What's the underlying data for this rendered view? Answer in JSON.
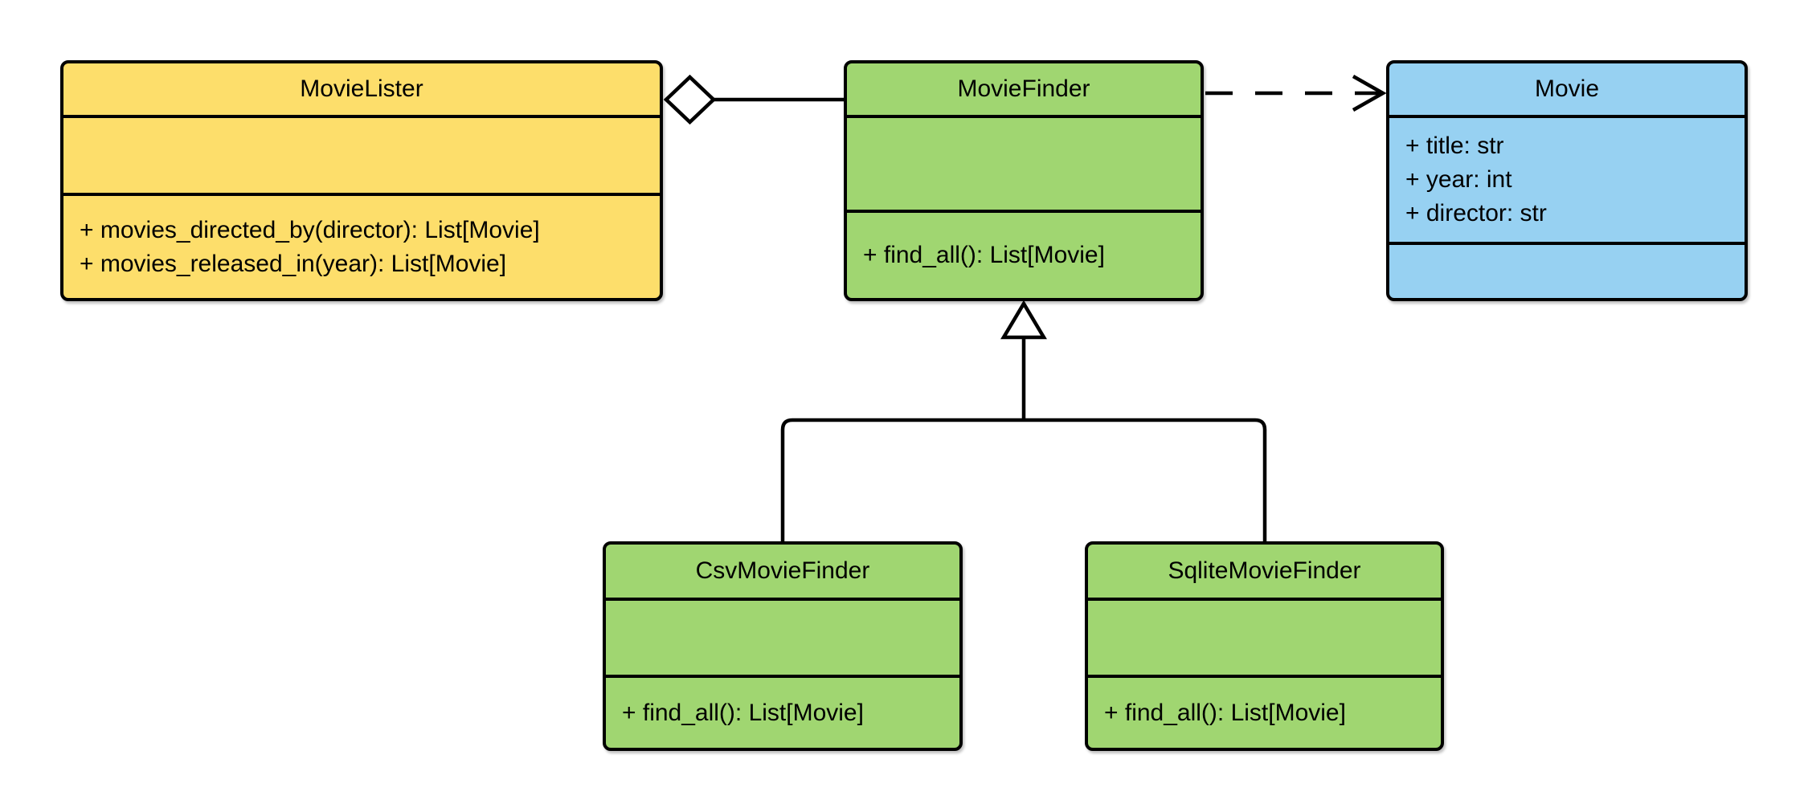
{
  "diagram": {
    "kind": "uml-class-diagram",
    "background_color": "#ffffff"
  },
  "colors": {
    "yellow_fill": "#fdde6b",
    "green_fill": "#a0d671",
    "blue_fill": "#97d1f2",
    "line": "#000000",
    "text": "#000000",
    "arrow_fill": "#ffffff"
  },
  "classes": {
    "movie_lister": {
      "name": "MovieLister",
      "attributes": [],
      "methods": [
        "+ movies_directed_by(director): List[Movie]",
        "+ movies_released_in(year): List[Movie]"
      ]
    },
    "movie_finder": {
      "name": "MovieFinder",
      "attributes": [],
      "methods": [
        "+ find_all(): List[Movie]"
      ]
    },
    "movie": {
      "name": "Movie",
      "attributes": [
        "+ title: str",
        "+ year: int",
        "+ director: str"
      ],
      "methods": []
    },
    "csv_movie_finder": {
      "name": "CsvMovieFinder",
      "attributes": [],
      "methods": [
        "+ find_all(): List[Movie]"
      ]
    },
    "sqlite_movie_finder": {
      "name": "SqliteMovieFinder",
      "attributes": [],
      "methods": [
        "+ find_all(): List[Movie]"
      ]
    }
  },
  "relationships": [
    {
      "type": "aggregation",
      "from": "MovieLister",
      "to": "MovieFinder",
      "notation": "solid-line-hollow-diamond"
    },
    {
      "type": "dependency",
      "from": "MovieFinder",
      "to": "Movie",
      "notation": "dashed-line-open-arrow"
    },
    {
      "type": "generalization",
      "from": "CsvMovieFinder",
      "to": "MovieFinder",
      "notation": "solid-line-hollow-triangle"
    },
    {
      "type": "generalization",
      "from": "SqliteMovieFinder",
      "to": "MovieFinder",
      "notation": "solid-line-hollow-triangle"
    }
  ]
}
